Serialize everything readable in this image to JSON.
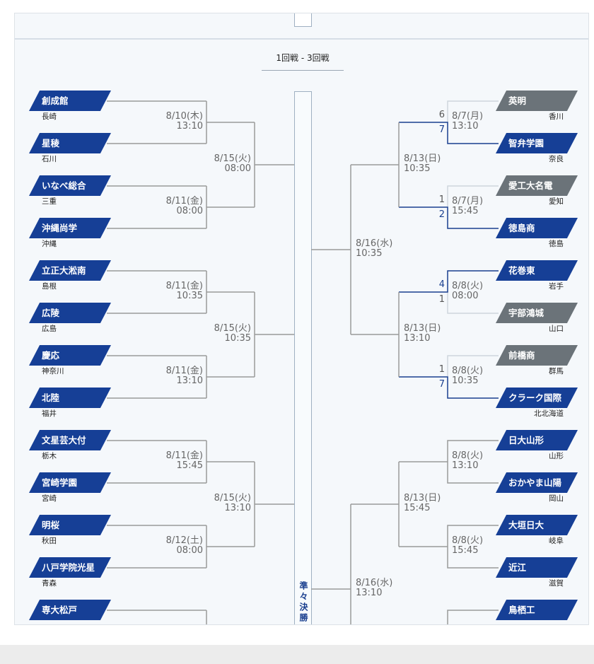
{
  "header": {
    "title": "1回戦 - 3回戦",
    "column_label": "準々決勝"
  },
  "left": {
    "teams": [
      {
        "name": "創成館",
        "pref": "長崎"
      },
      {
        "name": "星稜",
        "pref": "石川"
      },
      {
        "name": "いなべ総合",
        "pref": "三重"
      },
      {
        "name": "沖縄尚学",
        "pref": "沖縄"
      },
      {
        "name": "立正大淞南",
        "pref": "島根"
      },
      {
        "name": "広陵",
        "pref": "広島"
      },
      {
        "name": "慶応",
        "pref": "神奈川"
      },
      {
        "name": "北陸",
        "pref": "福井"
      },
      {
        "name": "文星芸大付",
        "pref": "栃木"
      },
      {
        "name": "宮崎学園",
        "pref": "宮崎"
      },
      {
        "name": "明桜",
        "pref": "秋田"
      },
      {
        "name": "八戸学院光星",
        "pref": "青森"
      },
      {
        "name": "専大松戸",
        "pref": ""
      }
    ],
    "round1": [
      {
        "date": "8/10(木)",
        "time": "13:10"
      },
      {
        "date": "8/11(金)",
        "time": "08:00"
      },
      {
        "date": "8/11(金)",
        "time": "10:35"
      },
      {
        "date": "8/11(金)",
        "time": "13:10"
      },
      {
        "date": "8/11(金)",
        "time": "15:45"
      },
      {
        "date": "8/12(土)",
        "time": "08:00"
      }
    ],
    "round2": [
      {
        "date": "8/15(火)",
        "time": "08:00"
      },
      {
        "date": "8/15(火)",
        "time": "10:35"
      },
      {
        "date": "8/15(火)",
        "time": "13:10"
      }
    ]
  },
  "right": {
    "teams": [
      {
        "name": "英明",
        "pref": "香川",
        "lost": true
      },
      {
        "name": "智弁学園",
        "pref": "奈良"
      },
      {
        "name": "愛工大名電",
        "pref": "愛知",
        "lost": true
      },
      {
        "name": "徳島商",
        "pref": "徳島"
      },
      {
        "name": "花巻東",
        "pref": "岩手"
      },
      {
        "name": "宇部鴻城",
        "pref": "山口",
        "lost": true
      },
      {
        "name": "前橋商",
        "pref": "群馬",
        "lost": true
      },
      {
        "name": "クラーク国際",
        "pref": "北北海道"
      },
      {
        "name": "日大山形",
        "pref": "山形"
      },
      {
        "name": "おかやま山陽",
        "pref": "岡山"
      },
      {
        "name": "大垣日大",
        "pref": "岐阜"
      },
      {
        "name": "近江",
        "pref": "滋賀"
      },
      {
        "name": "鳥栖工",
        "pref": ""
      }
    ],
    "round1": [
      {
        "date": "8/7(月)",
        "time": "13:10",
        "scores": [
          "6",
          "7"
        ],
        "winner": 1
      },
      {
        "date": "8/7(月)",
        "time": "15:45",
        "scores": [
          "1",
          "2"
        ],
        "winner": 1
      },
      {
        "date": "8/8(火)",
        "time": "08:00",
        "scores": [
          "4",
          "1"
        ],
        "winner": 0
      },
      {
        "date": "8/8(火)",
        "time": "10:35",
        "scores": [
          "1",
          "7"
        ],
        "winner": 1
      },
      {
        "date": "8/8(火)",
        "time": "13:10"
      },
      {
        "date": "8/8(火)",
        "time": "15:45"
      }
    ],
    "round2": [
      {
        "date": "8/13(日)",
        "time": "10:35"
      },
      {
        "date": "8/13(日)",
        "time": "13:10"
      },
      {
        "date": "8/13(日)",
        "time": "15:45"
      }
    ],
    "round3": [
      {
        "date": "8/16(水)",
        "time": "10:35"
      },
      {
        "date": "8/16(水)",
        "time": "13:10"
      }
    ]
  },
  "colors": {
    "team": "#163f96",
    "lost": "#6b7379",
    "line": "#9a9a9a",
    "win_line": "#1a3f8f",
    "lost_line": "#cfd6dd"
  }
}
